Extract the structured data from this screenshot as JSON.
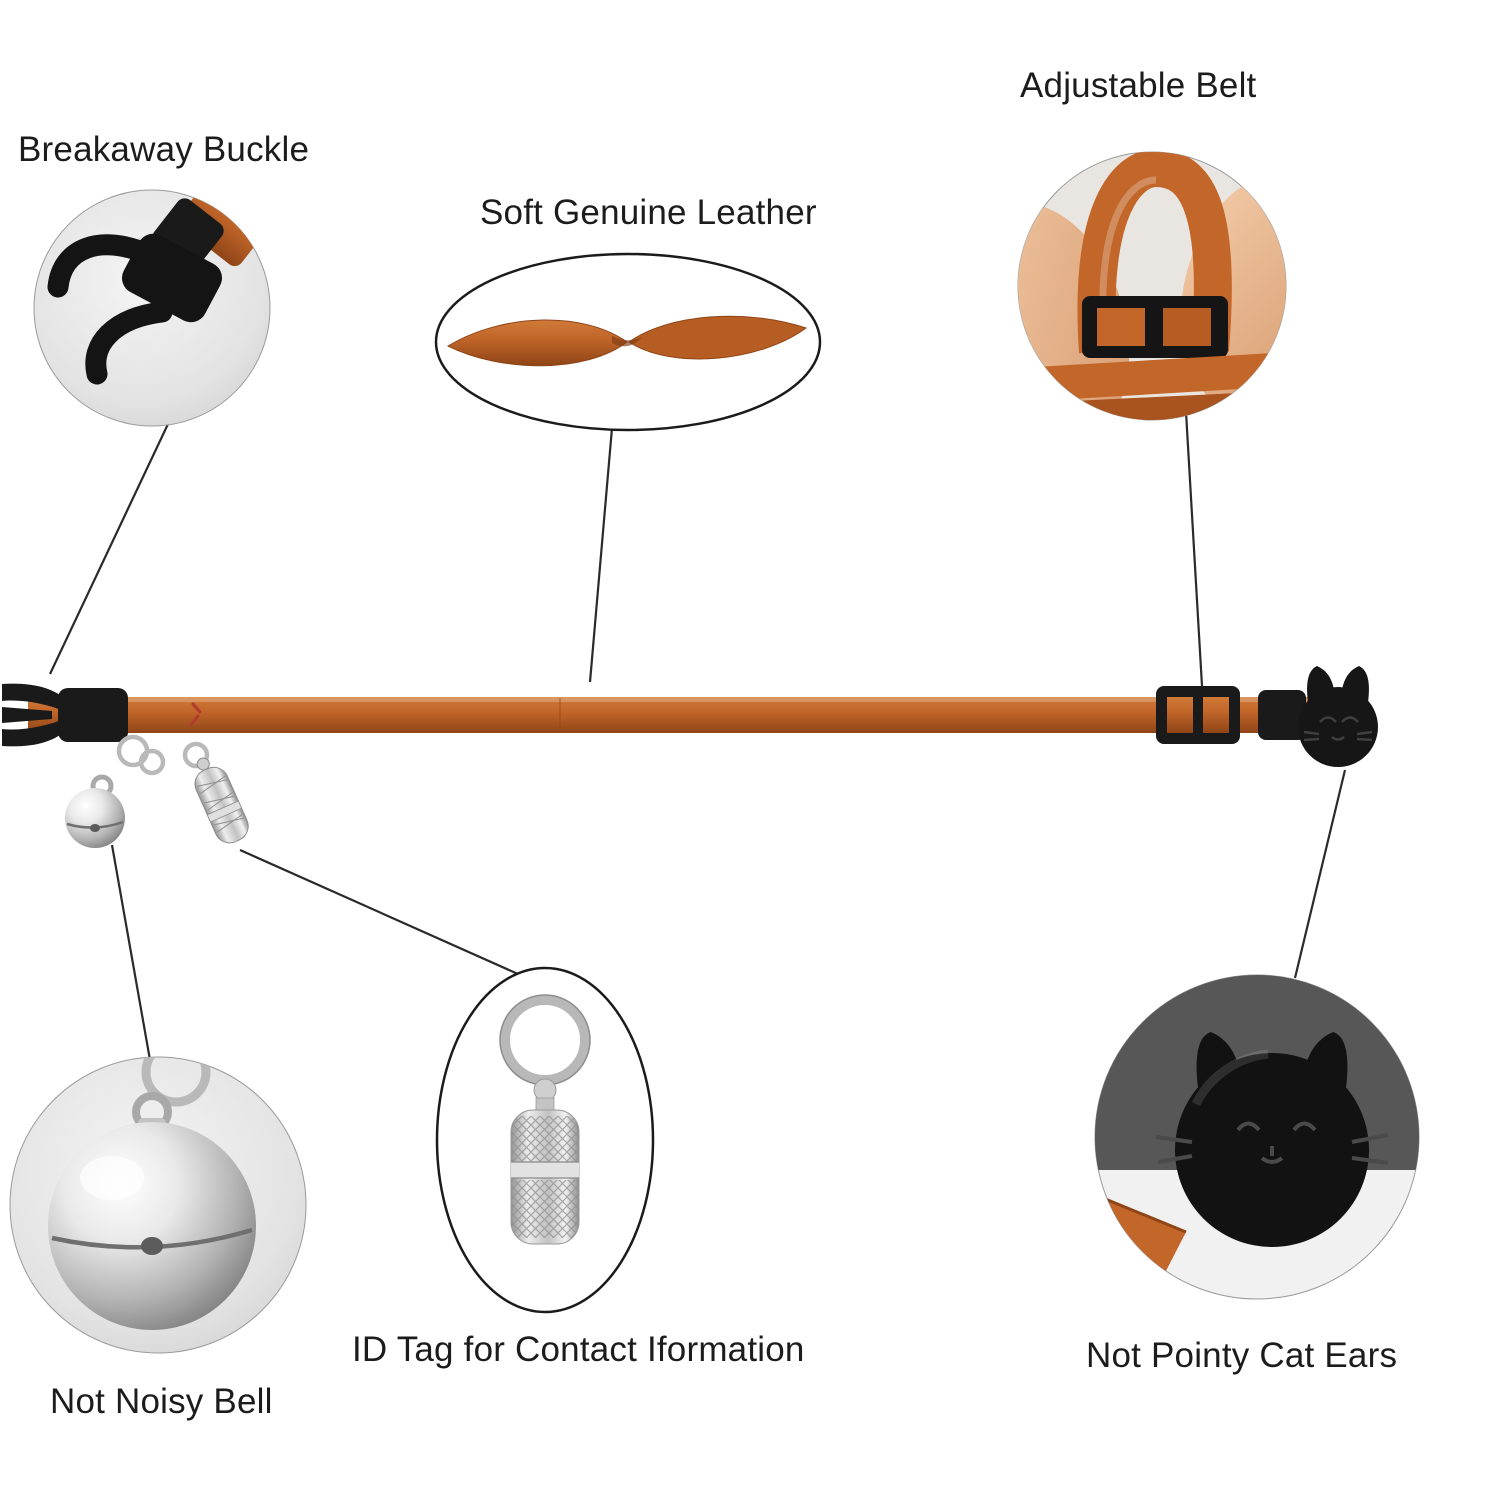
{
  "labels": {
    "breakaway_buckle": "Breakaway Buckle",
    "soft_genuine_leather": "Soft Genuine Leather",
    "adjustable_belt": "Adjustable Belt",
    "not_noisy_bell": "Not Noisy Bell",
    "id_tag": "ID Tag for Contact Iformation",
    "not_pointy_cat_ears": "Not Pointy Cat Ears"
  },
  "colors": {
    "leather": "#c2662a",
    "leather_dark": "#8f4517",
    "black_hardware": "#1a1a1a",
    "silver": "#c9c9c9",
    "background": "#ffffff"
  }
}
